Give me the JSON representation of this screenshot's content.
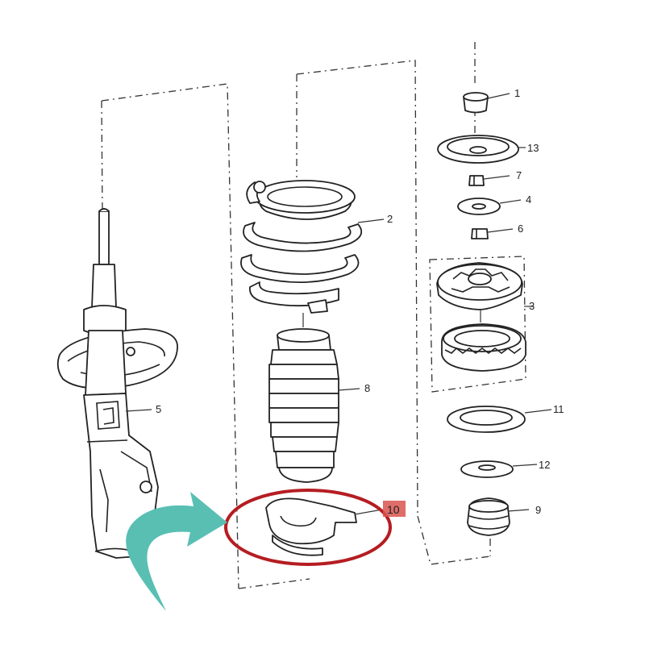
{
  "callouts": {
    "c1": "1",
    "c2": "2",
    "c3": "3",
    "c4": "4",
    "c5": "5",
    "c6": "6",
    "c7": "7",
    "c8": "8",
    "c9": "9",
    "c10": "10",
    "c11": "11",
    "c12": "12",
    "c13": "13"
  },
  "colors": {
    "highlight_ellipse": "#b51d22",
    "highlight_badge": "#d9534f",
    "arrow": "#59bfb3"
  },
  "icons": {
    "pointer": "curved-arrow-icon"
  }
}
